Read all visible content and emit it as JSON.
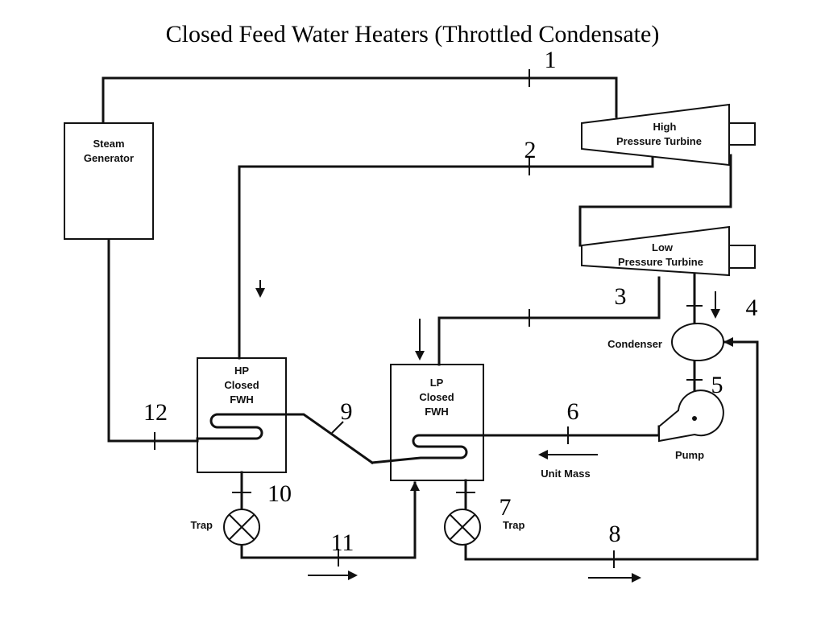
{
  "title": "Closed Feed Water Heaters (Throttled Condensate)",
  "components": {
    "steam_generator": [
      "Steam",
      "Generator"
    ],
    "hp_turbine": [
      "High",
      "Pressure Turbine"
    ],
    "lp_turbine": [
      "Low",
      "Pressure Turbine"
    ],
    "condenser": "Condenser",
    "pump": "Pump",
    "hp_fwh": [
      "HP",
      "Closed",
      "FWH"
    ],
    "lp_fwh": [
      "LP",
      "Closed",
      "FWH"
    ],
    "trap_hp": "Trap",
    "trap_lp": "Trap",
    "unit_mass": "Unit Mass"
  },
  "state_points": [
    "1",
    "2",
    "3",
    "4",
    "5",
    "6",
    "7",
    "8",
    "9",
    "10",
    "11",
    "12"
  ]
}
